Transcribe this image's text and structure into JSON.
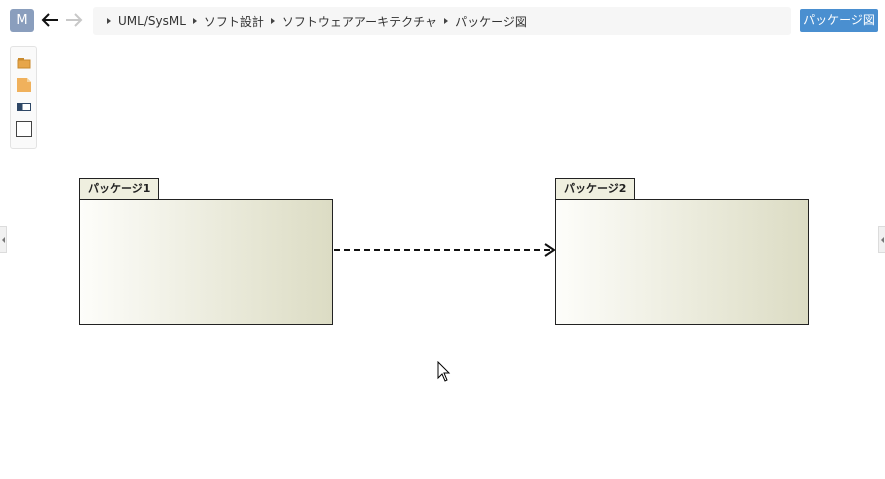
{
  "app": {
    "badge": "M"
  },
  "breadcrumb": {
    "items": [
      "UML/SysML",
      "ソフト設計",
      "ソフトウェアアーキテクチャ",
      "パッケージ図"
    ]
  },
  "toolbar": {
    "back_icon": "arrow-left-icon",
    "forward_icon": "arrow-right-icon",
    "diagram_button_label": "パッケージ図"
  },
  "palette": {
    "items": [
      "package-icon",
      "note-icon",
      "component-icon",
      "rectangle-icon"
    ]
  },
  "diagram": {
    "packages": [
      {
        "name": "パッケージ1"
      },
      {
        "name": "パッケージ2"
      }
    ],
    "relations": [
      {
        "type": "dependency",
        "from": "パッケージ1",
        "to": "パッケージ2",
        "style": "dashed-open-arrow"
      }
    ]
  },
  "colors": {
    "accent_button": "#4a8fd0",
    "badge": "#8a9ebd",
    "package_fill_light": "#fdfdfa",
    "package_fill_dark": "#dcdcc4",
    "package_border": "#222222"
  }
}
